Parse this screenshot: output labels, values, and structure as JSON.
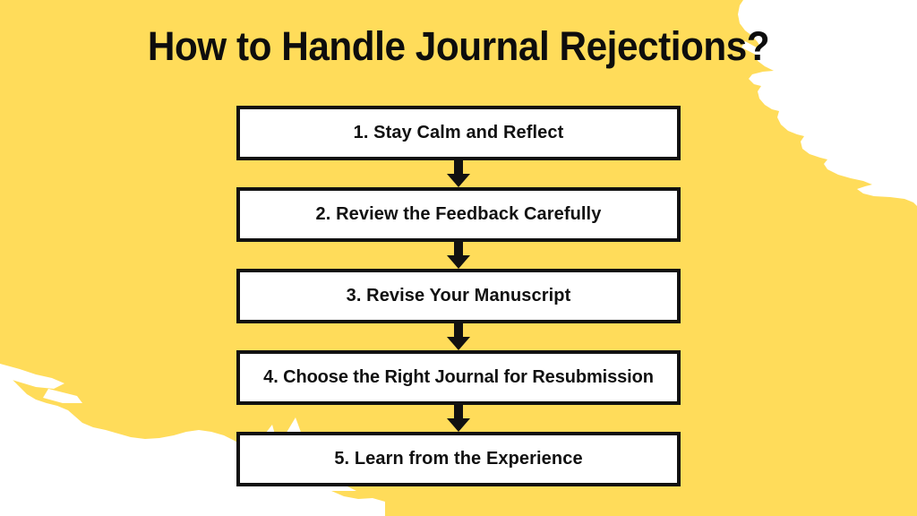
{
  "theme": {
    "background_color": "#FFDC5A",
    "accent_color": "#FFDC5A",
    "box_fill_color": "#FFFFFF",
    "box_border_color": "#111111",
    "text_color": "#111111",
    "paper_color": "#FFFFFF"
  },
  "header": {
    "title": "How to Handle Journal Rejections?"
  },
  "flowchart": {
    "type": "vertical-flow",
    "connector_icon": "down-arrow-icon",
    "steps": [
      {
        "number": "1",
        "label": "1. Stay Calm and Reflect"
      },
      {
        "number": "2",
        "label": "2. Review the Feedback Carefully"
      },
      {
        "number": "3",
        "label": "3. Revise Your Manuscript"
      },
      {
        "number": "4",
        "label": "4. Choose the Right Journal for Resubmission"
      },
      {
        "number": "5",
        "label": "5. Learn from the Experience"
      }
    ]
  },
  "decorations": {
    "top_right_brush": "white-torn-paper-edge",
    "bottom_left_brush": "white-torn-paper-edge"
  }
}
